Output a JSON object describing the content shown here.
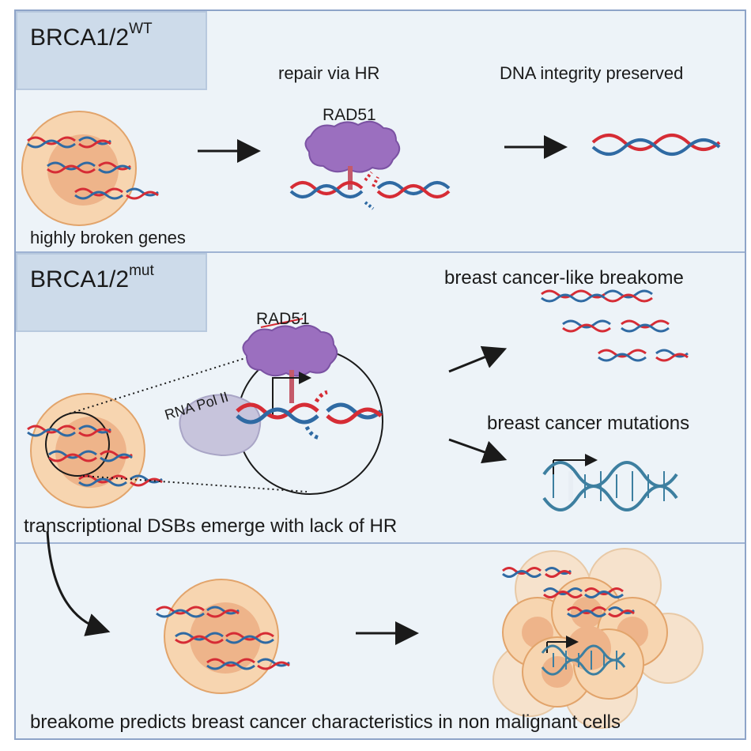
{
  "panel_wt": {
    "label_main": "BRCA1/2",
    "label_sup": "WT",
    "step1": "repair via HR",
    "step2": "DNA integrity preserved",
    "protein": "RAD51",
    "cell_caption": "highly broken genes"
  },
  "panel_mut": {
    "label_main": "BRCA1/2",
    "label_sup": "mut",
    "protein": "RAD51",
    "polymerase": "RNA Pol II",
    "outcome1": "breast cancer-like breakome",
    "outcome2": "breast cancer mutations",
    "cell_caption": "transcriptional DSBs emerge with lack of HR"
  },
  "panel_prediction": {
    "caption": "breakome predicts breast cancer characteristics in non malignant cells"
  },
  "colors": {
    "background": "#edf3f8",
    "border": "#8ea4c8",
    "label_box": "#cddbea",
    "dna_red": "#d62c35",
    "dna_blue": "#2f6aa3",
    "cell_outer": "#f7d5b0",
    "cell_nucleus": "#eeb48a",
    "rad51": "#9b6fbf",
    "pol2": "#c7c4dc",
    "mutation_helix": "#3d7fa0"
  }
}
